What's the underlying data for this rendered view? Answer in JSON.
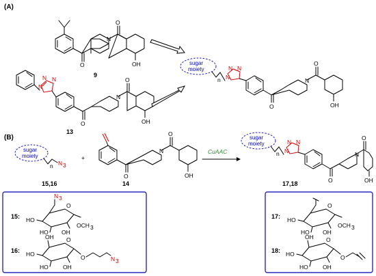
{
  "section_labels": {
    "a": "(A)",
    "b": "(B)"
  },
  "compounds": {
    "c9": "9",
    "c13": "13",
    "c14": "14",
    "c15_16": "15,16",
    "c17_18": "17,18",
    "c15_label": "15:",
    "c16_label": "16:",
    "c17_label": "17:",
    "c18_label": "18:"
  },
  "atoms": {
    "O": "O",
    "N": "N",
    "OH": "OH",
    "HO": "HO",
    "OCH3": "OCH",
    "three": "3",
    "N3": "N",
    "n": "n"
  },
  "sugar": {
    "line1": "sugar",
    "line2": "moiety"
  },
  "reaction": {
    "condition": "CuAAC",
    "plus": "+"
  },
  "colors": {
    "triazole": "#dd0000",
    "azide": "#dd0000",
    "box": "#2b2bb8",
    "sugar": "#0000cc",
    "catalyst": "#2a8a2a"
  }
}
